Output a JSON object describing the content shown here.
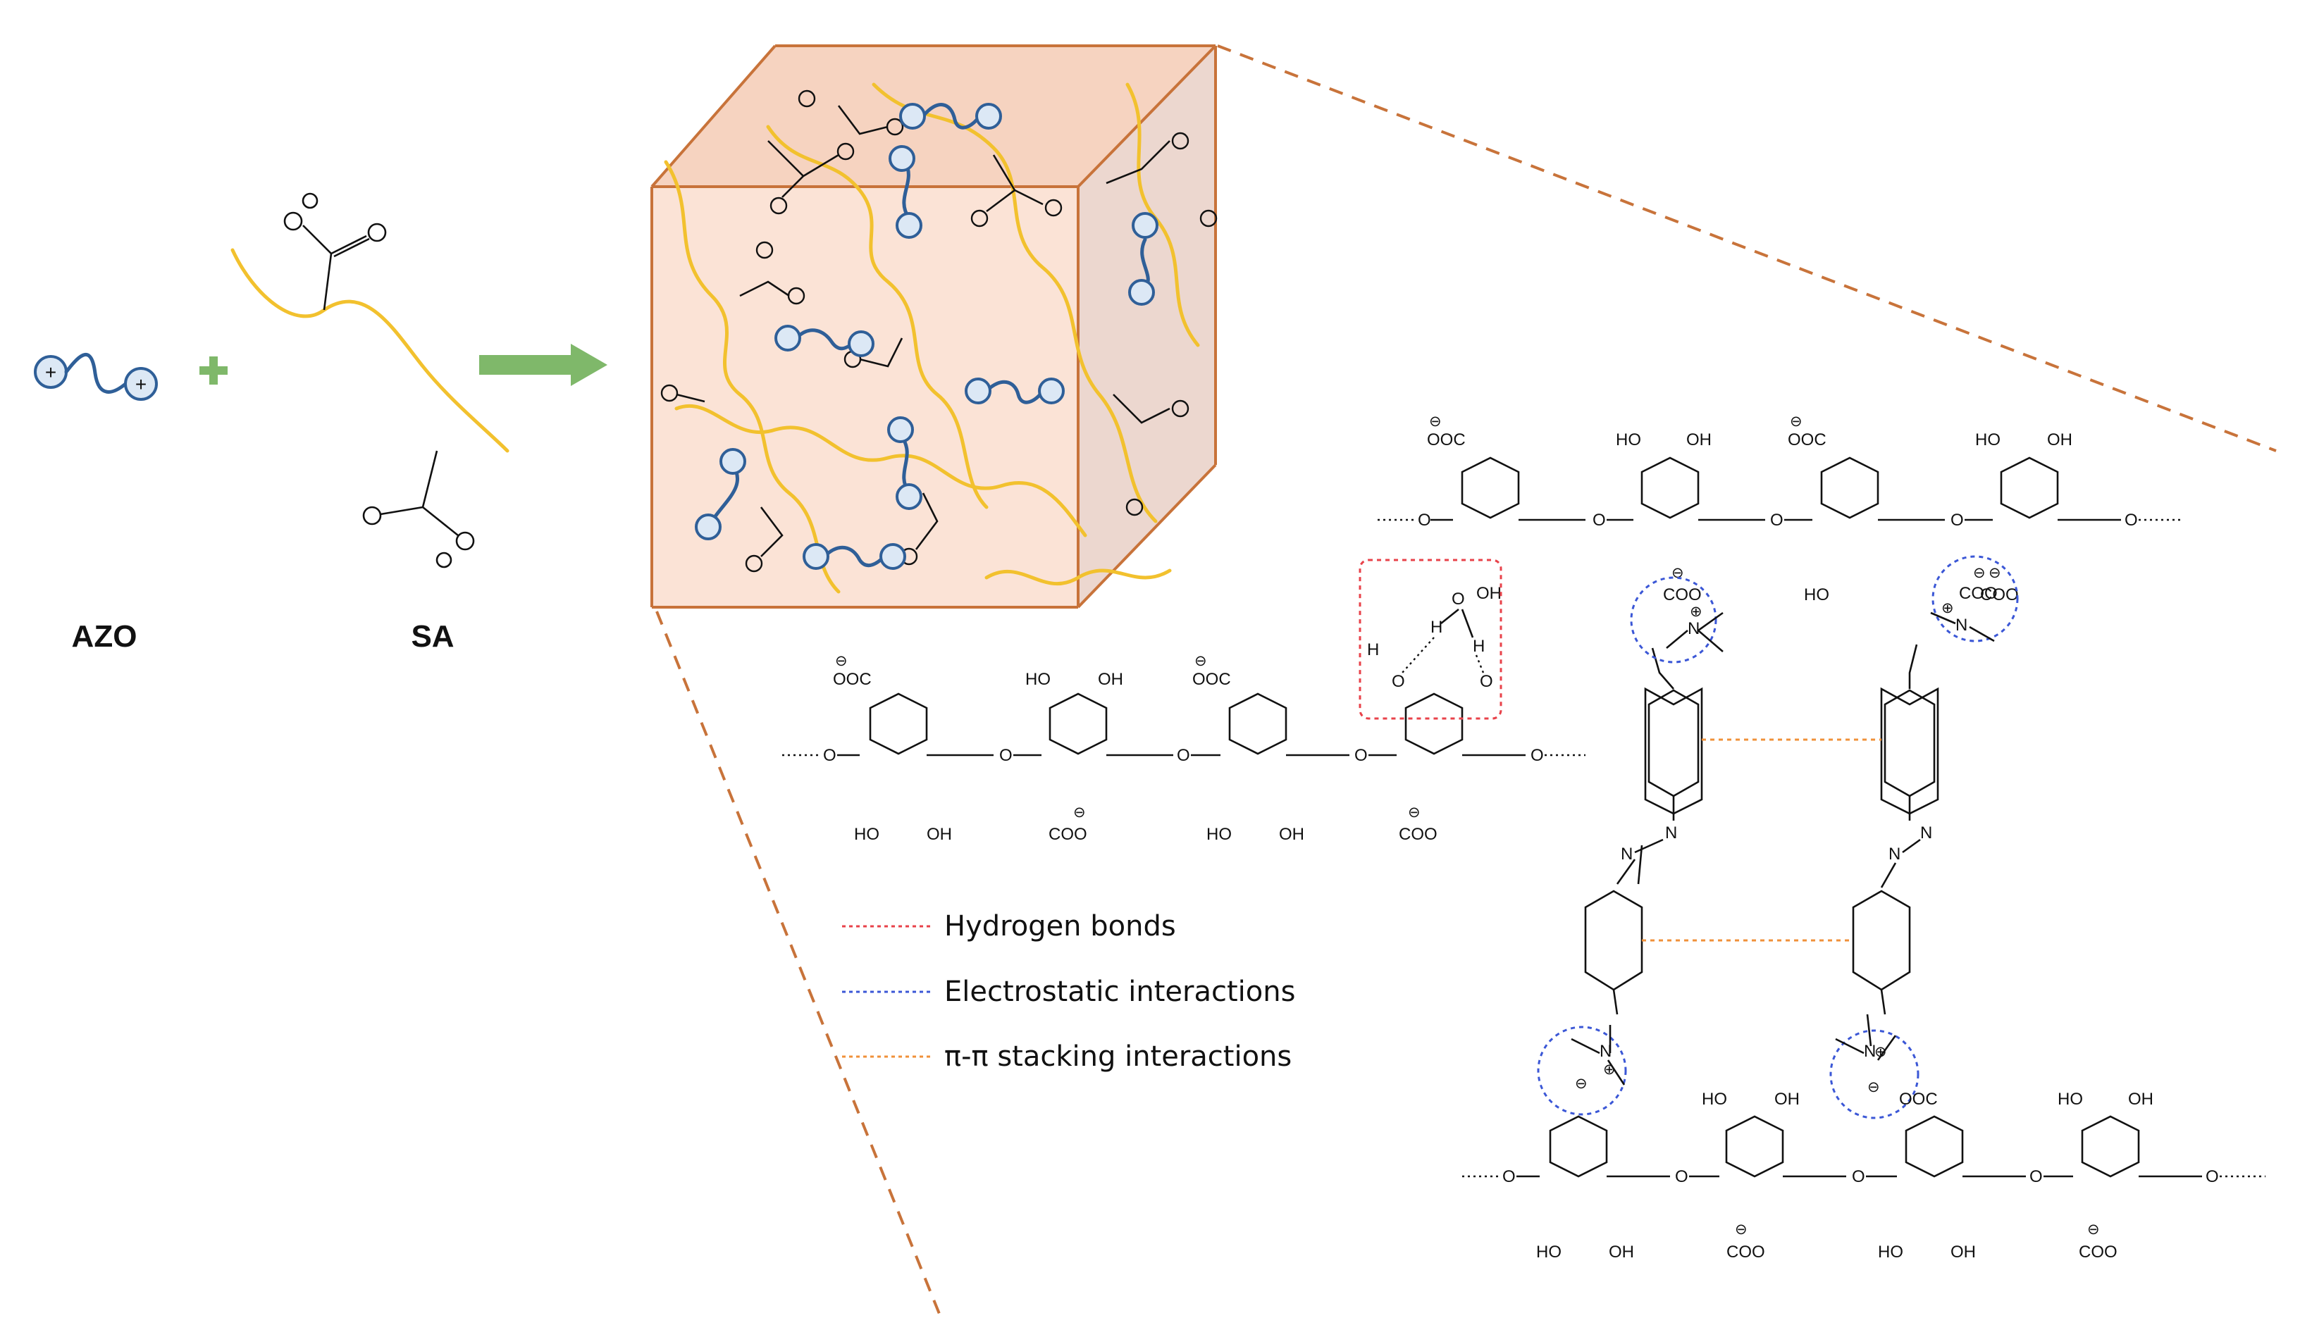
{
  "labels": {
    "azo": "AZO",
    "sa": "SA"
  },
  "legend": [
    {
      "text": "Hydrogen bonds",
      "color": "#e8424a"
    },
    {
      "text": "Electrostatic interactions",
      "color": "#3b57d6"
    },
    {
      "text": "π-π stacking interactions",
      "color": "#f0913a"
    }
  ],
  "chem": {
    "oh": "OH",
    "ho": "HO",
    "ooc": "OOC",
    "coo": "COO",
    "coo_prime": "COO",
    "h": "H",
    "o": "O",
    "n": "N",
    "minus": "⊖",
    "plus": "⊕"
  },
  "colors": {
    "arrow": "#7fb86a",
    "plus_sign": "#7fb86a",
    "sa_chain": "#f2c12e",
    "azo_chain": "#2f5f98",
    "cube_edge": "#c8733a",
    "cube_fill": "#fbe3d6"
  }
}
